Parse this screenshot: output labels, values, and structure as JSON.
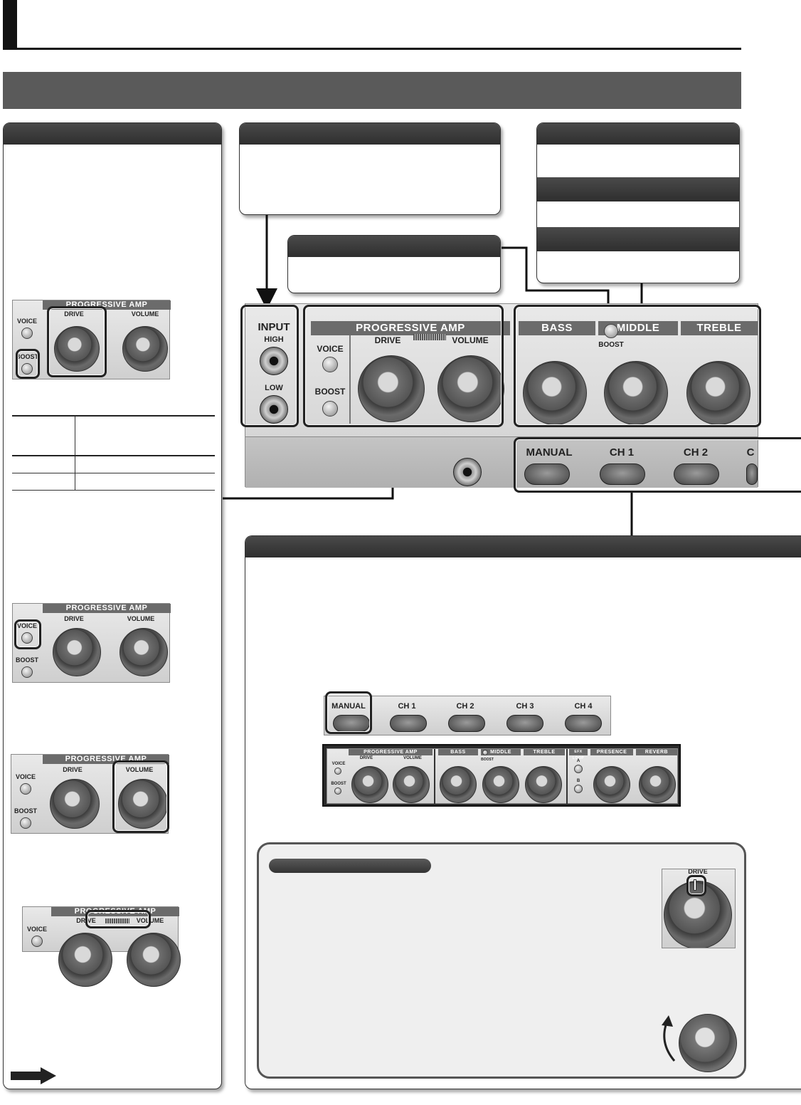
{
  "panel": {
    "input": "INPUT",
    "high": "HIGH",
    "low": "LOW",
    "amp_title": "PROGRESSIVE AMP",
    "voice": "VOICE",
    "boost": "BOOST",
    "drive": "DRIVE",
    "volume": "VOLUME",
    "bass": "BASS",
    "middle": "MIDDLE",
    "treble": "TREBLE",
    "middle_boost": "BOOST",
    "manual": "MANUAL",
    "ch1": "CH 1",
    "ch2": "CH 2",
    "ch_partial": "C"
  },
  "channel_strip": {
    "manual": "MANUAL",
    "ch1": "CH 1",
    "ch2": "CH 2",
    "ch3": "CH 3",
    "ch4": "CH 4"
  },
  "mini_panel": {
    "amp_title": "PROGRESSIVE AMP",
    "voice": "VOICE",
    "boost": "BOOST",
    "drive": "DRIVE",
    "volume": "VOLUME",
    "bass": "BASS",
    "middle": "MIDDLE",
    "treble": "TREBLE",
    "middle_boost": "BOOST",
    "efx_loop": "EFX LOOP",
    "a": "A",
    "b": "B",
    "presence": "PRESENCE",
    "reverb": "REVERB"
  },
  "thumb1": {
    "title": "PROGRESSIVE AMP",
    "voice": "VOICE",
    "boost": "BOOST",
    "drive": "DRIVE",
    "volume": "VOLUME"
  },
  "thumb2": {
    "title": "PROGRESSIVE AMP",
    "voice": "VOICE",
    "boost": "BOOST",
    "drive": "DRIVE",
    "volume": "VOLUME"
  },
  "thumb3": {
    "title": "PROGRESSIVE AMP",
    "voice": "VOICE",
    "boost": "BOOST",
    "drive": "DRIVE",
    "volume": "VOLUME"
  },
  "thumb4": {
    "title": "PROGRESSIVE AMP",
    "voice": "VOICE",
    "drive": "DRIVE",
    "volume": "VOLUME"
  },
  "drive_thumb": {
    "drive": "DRIVE"
  }
}
